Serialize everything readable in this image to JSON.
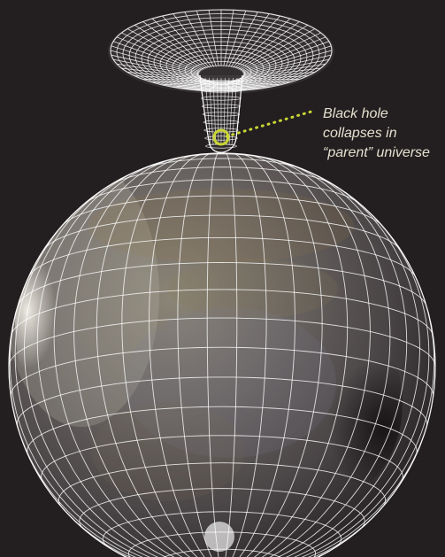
{
  "annotation": {
    "lines": [
      "Black hole",
      "collapses in",
      "“parent” universe"
    ],
    "colors": {
      "background": "#231f20",
      "caption_text": "#e4e0cf",
      "marker": "#c9d534",
      "wireframe": "#ffffff"
    }
  },
  "icons": {
    "funnel": "black-hole-funnel",
    "sphere": "universe-sphere",
    "marker": "ring-marker"
  }
}
